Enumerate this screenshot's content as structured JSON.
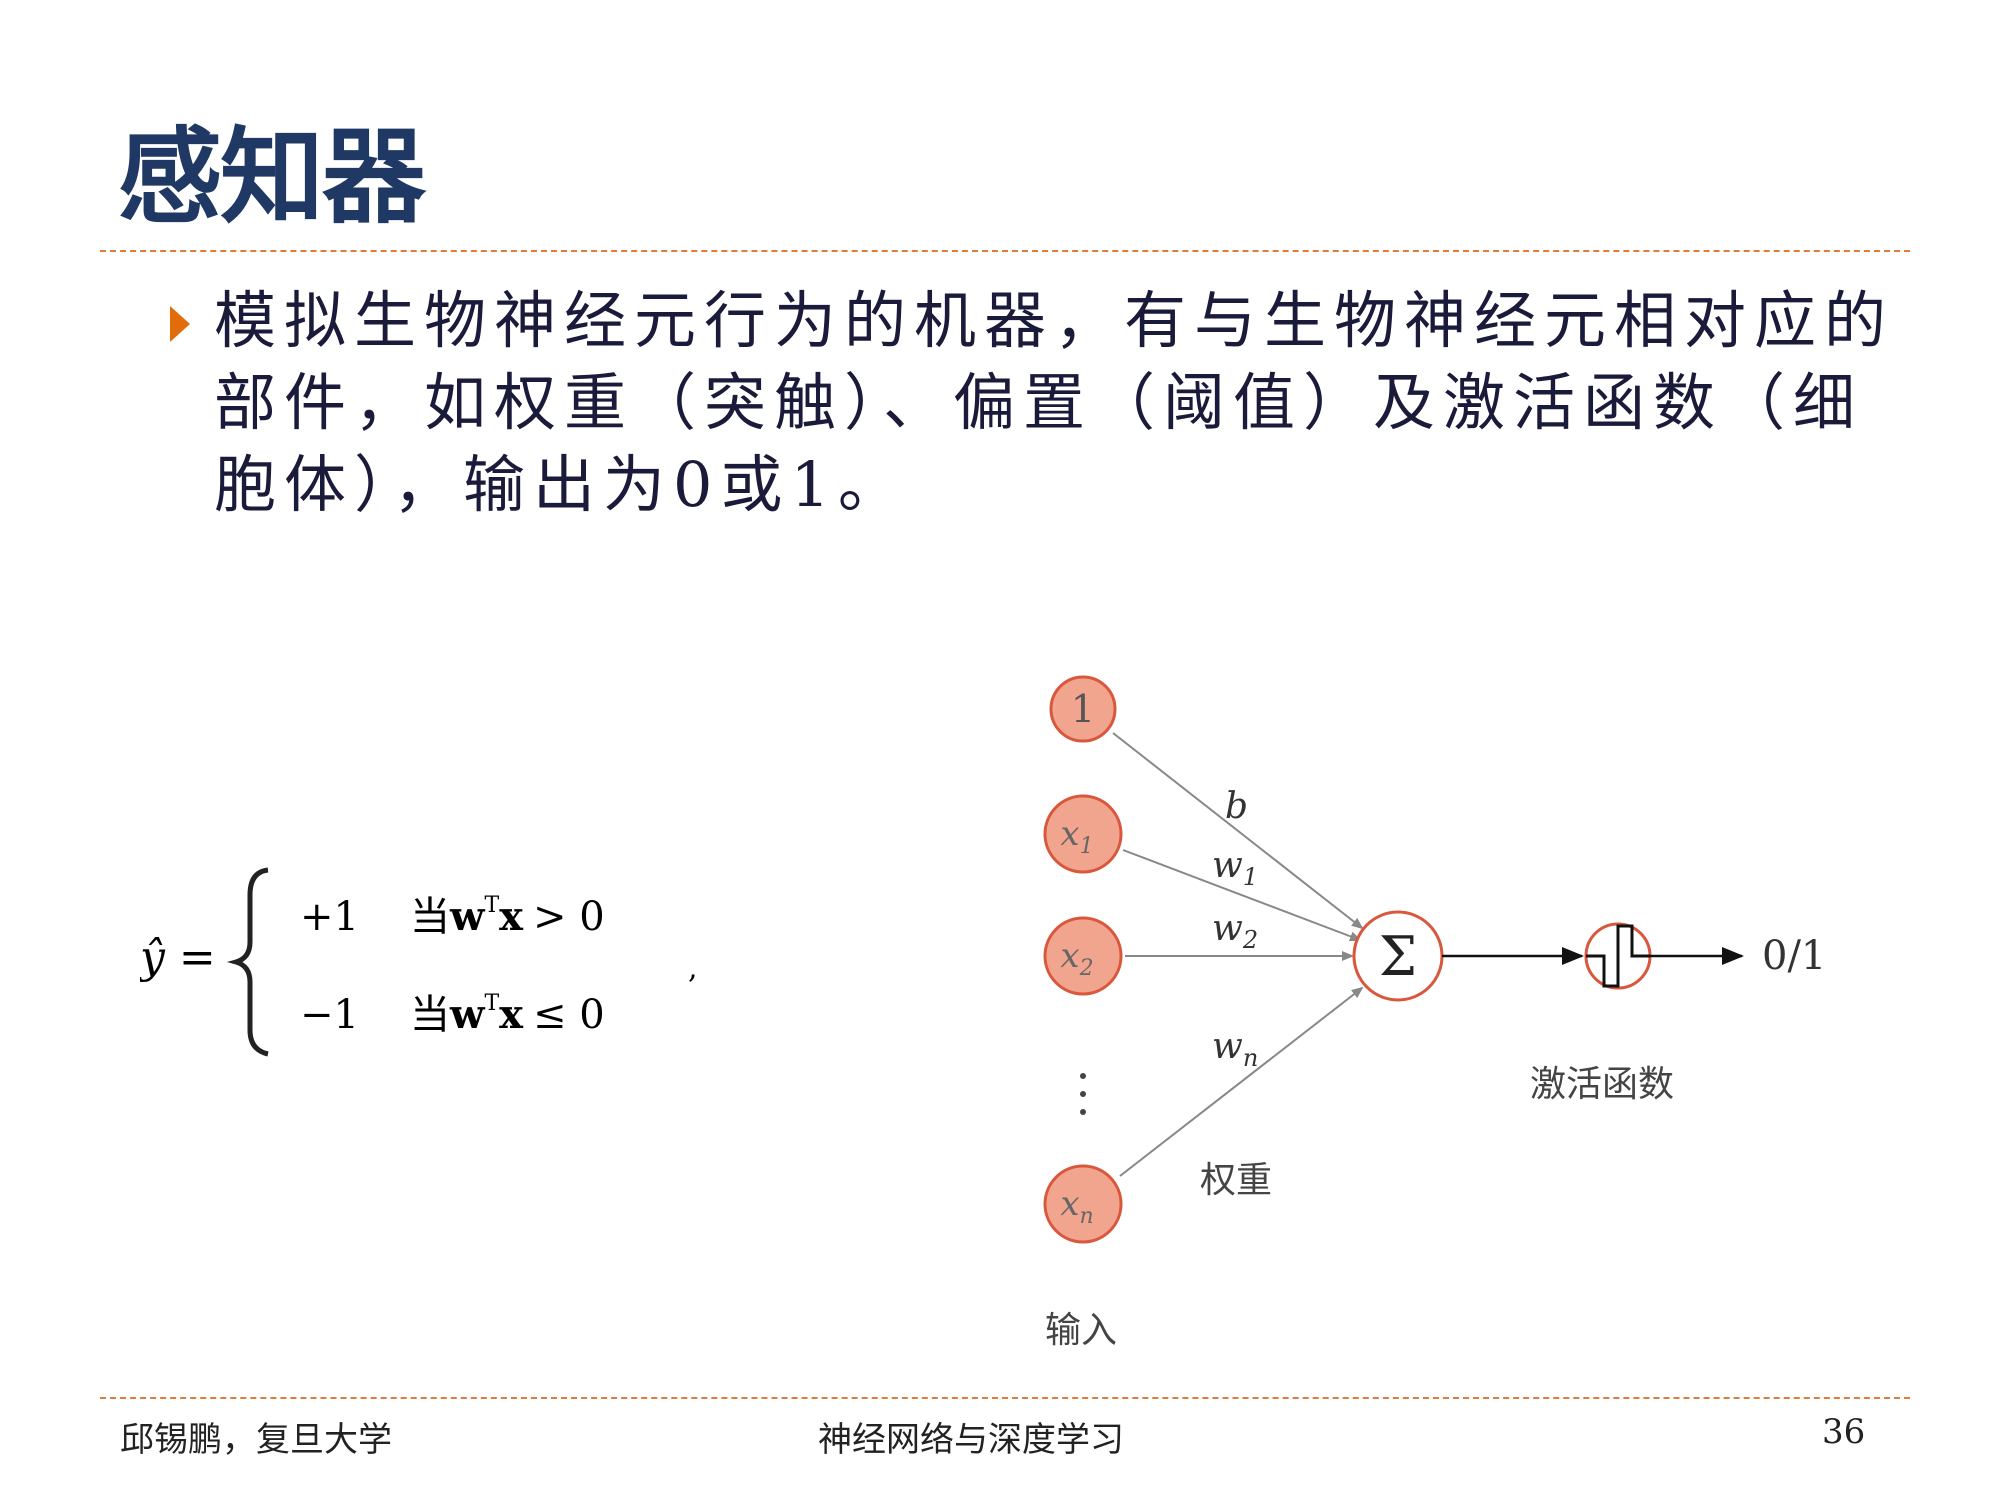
{
  "slide": {
    "title": "感知器",
    "bullet": "模拟生物神经元行为的机器，有与生物神经元相对应的部件，如权重（突触）、偏置（阈值）及激活函数（细胞体），输出为0或1。"
  },
  "formula": {
    "lhs": "ŷ =",
    "case1_value": "+1",
    "case1_cond_prefix": "当",
    "case1_cond_w": "w",
    "case1_cond_sup": "T",
    "case1_cond_x": "x",
    "case1_cond_rel": "> 0",
    "case2_value": "−1",
    "case2_cond_prefix": "当",
    "case2_cond_w": "w",
    "case2_cond_sup": "T",
    "case2_cond_x": "x",
    "case2_cond_rel": "≤ 0",
    "trailing": ","
  },
  "diagram": {
    "nodes": {
      "bias": "1",
      "x1_base": "x",
      "x1_sub": "1",
      "x2_base": "x",
      "x2_sub": "2",
      "xn_base": "x",
      "xn_sub": "n",
      "sum": "Σ"
    },
    "weights": {
      "b": "b",
      "w1_base": "w",
      "w1_sub": "1",
      "w2_base": "w",
      "w2_sub": "2",
      "wn_base": "w",
      "wn_sub": "n"
    },
    "labels": {
      "weights": "权重",
      "inputs": "输入",
      "activation": "激活函数",
      "output": "0/1"
    },
    "colors": {
      "node_fill": "#f2a58e",
      "node_stroke": "#d9573c",
      "sum_stroke": "#d9573c",
      "arrow": "#888888"
    }
  },
  "footer": {
    "author": "邱锡鹏，复旦大学",
    "course": "神经网络与深度学习",
    "page": "36"
  }
}
